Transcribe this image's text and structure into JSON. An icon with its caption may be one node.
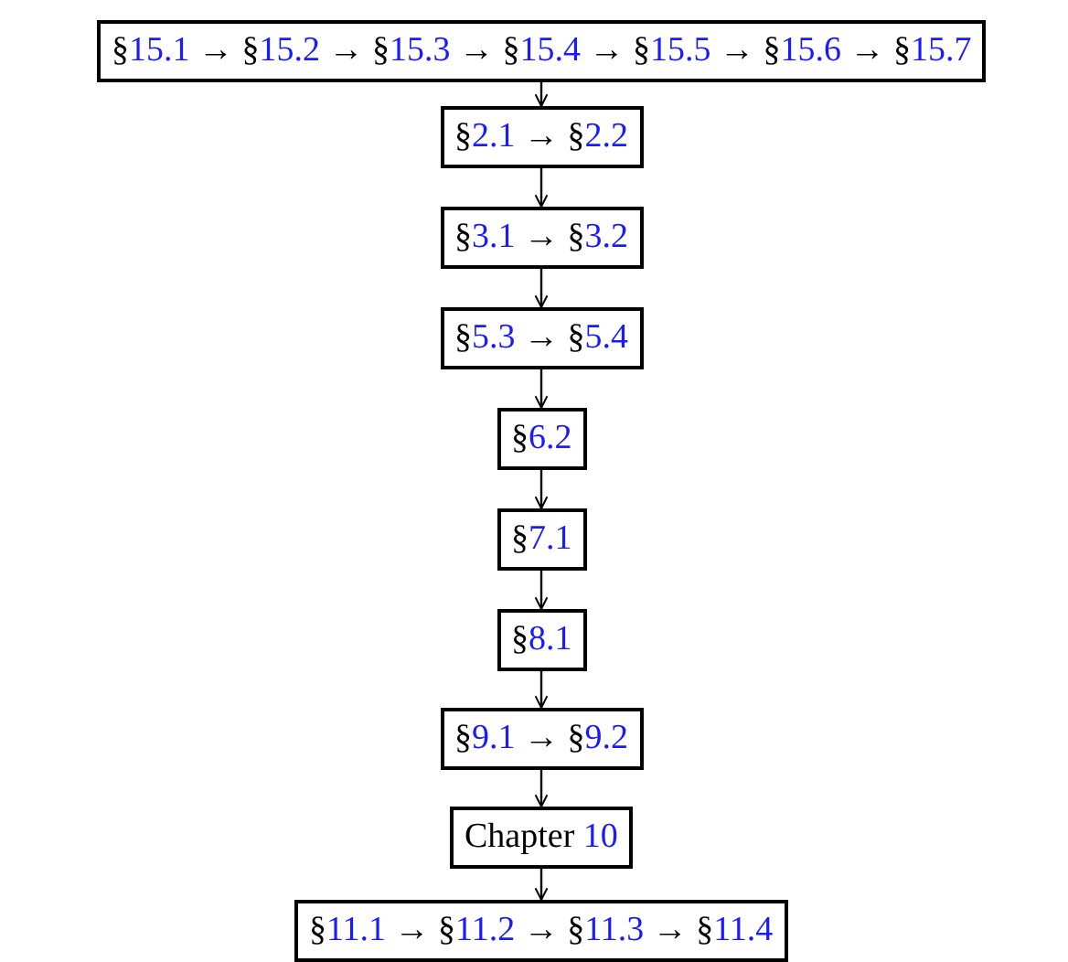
{
  "diagram": {
    "nodes": [
      {
        "text": [
          "§15.1 → §15.2 → §15.3 → §15.4 → §15.5 → §15.6 → §15.7"
        ]
      },
      {
        "text": [
          "§2.1 → §2.2"
        ]
      },
      {
        "text": [
          "§3.1 → §3.2"
        ]
      },
      {
        "text": [
          "§5.3 → §5.4"
        ]
      },
      {
        "text": [
          "§6.2"
        ]
      },
      {
        "text": [
          "§7.1"
        ]
      },
      {
        "text": [
          "§8.1"
        ]
      },
      {
        "text": [
          "§9.1 → §9.2"
        ]
      },
      {
        "text": [
          "Chapter 10"
        ]
      },
      {
        "text": [
          "§11.1 → §11.2 → §11.3 → §11.4"
        ]
      }
    ],
    "edges": [
      {
        "from": 0,
        "to": 1,
        "arrow": "to"
      },
      {
        "from": 1,
        "to": 2,
        "arrow": "to"
      },
      {
        "from": 2,
        "to": 3,
        "arrow": "to"
      },
      {
        "from": 3,
        "to": 4,
        "arrow": "to"
      },
      {
        "from": 4,
        "to": 5,
        "arrow": "to"
      },
      {
        "from": 5,
        "to": 6,
        "arrow": "to"
      },
      {
        "from": 6,
        "to": 7,
        "arrow": "to"
      },
      {
        "from": 7,
        "to": 8,
        "arrow": "to"
      },
      {
        "from": 8,
        "to": 9,
        "arrow": "to"
      }
    ]
  }
}
